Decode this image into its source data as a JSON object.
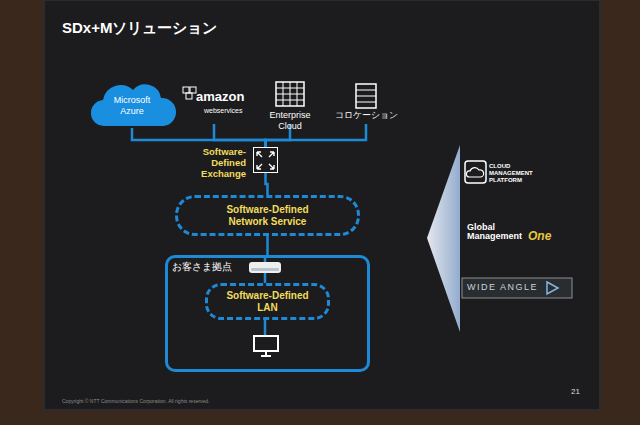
{
  "diagram": {
    "title": "SDx+Mソリューション",
    "nodes": [
      {
        "text": [
          "Microsoft Azure"
        ]
      },
      {
        "text": [
          "amazon",
          "webservices"
        ]
      },
      {
        "text": [
          "Enterprise Cloud"
        ]
      },
      {
        "text": [
          "コロケーション"
        ]
      },
      {
        "text": [
          "Software-Defined Exchange"
        ]
      },
      {
        "text": [
          "Software-Defined Network Service"
        ]
      },
      {
        "text": [
          "お客さま拠点"
        ]
      },
      {
        "text": [
          "Software-Defined LAN"
        ],
        "in": 6
      }
    ],
    "edges": [
      {
        "from": 0,
        "to": 4,
        "arrow": "none"
      },
      {
        "from": 1,
        "to": 4,
        "arrow": "none"
      },
      {
        "from": 2,
        "to": 4,
        "arrow": "none"
      },
      {
        "from": 3,
        "to": 4,
        "arrow": "none"
      },
      {
        "from": 4,
        "to": 5,
        "arrow": "none"
      },
      {
        "from": 5,
        "to": 6,
        "arrow": "none"
      }
    ],
    "labels": [
      "CLOUD MANAGEMENT PLATFORM",
      "Global Management",
      "One",
      "WIDE ANGLE",
      "Copyright © NTT Communications Corporation. All rights reserved.",
      "21"
    ]
  }
}
